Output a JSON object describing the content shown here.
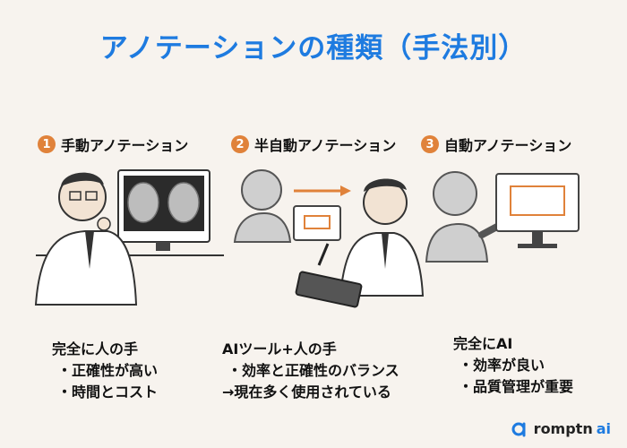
{
  "title": "アノテーションの種類（手法別）",
  "methods": [
    {
      "number": "1",
      "label": "手動アノテーション",
      "lines": [
        "完全に人の手",
        "・正確性が高い",
        "・時間とコスト"
      ]
    },
    {
      "number": "2",
      "label": "半自動アノテーション",
      "lines": [
        "AIツール+人の手",
        "・効率と正確性のバランス",
        "→現在多く使用されている"
      ]
    },
    {
      "number": "3",
      "label": "自動アノテーション",
      "lines": [
        "完全にAI",
        "・効率が良い",
        "・品質管理が重要"
      ]
    }
  ],
  "logo": {
    "name": "romptn",
    "suffix": "ai"
  },
  "colors": {
    "title": "#1e7be0",
    "badge": "#e0823a",
    "screen_accent": "#e0823a",
    "background": "#f7f3ee"
  }
}
